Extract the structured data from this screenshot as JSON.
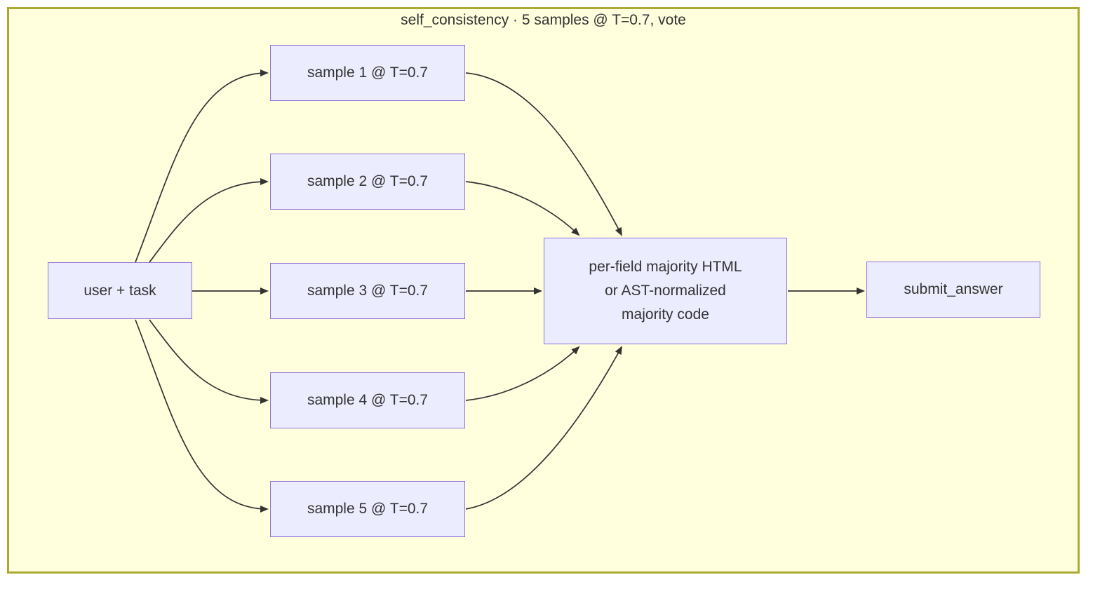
{
  "title": "self_consistency · 5 samples @ T=0.7, vote",
  "colors": {
    "canvas_background": "#FFFFFF",
    "diagram_background": "#FFFFDE",
    "diagram_border": "#AAAA33",
    "node_fill": "#ECECFF",
    "node_border": "#9370DB",
    "text_color": "#333333",
    "edge_color": "#333333"
  },
  "nodes": {
    "user_task": {
      "label": "user + task"
    },
    "sample1": {
      "label": "sample 1 @ T=0.7"
    },
    "sample2": {
      "label": "sample 2 @ T=0.7"
    },
    "sample3": {
      "label": "sample 3 @ T=0.7"
    },
    "sample4": {
      "label": "sample 4 @ T=0.7"
    },
    "sample5": {
      "label": "sample 5 @ T=0.7"
    },
    "majority": {
      "lines": [
        "per-field majority HTML",
        "or AST-normalized",
        "majority code"
      ]
    },
    "submit": {
      "label": "submit_answer"
    }
  },
  "edges": [
    {
      "from": "user_task",
      "to": "sample1"
    },
    {
      "from": "user_task",
      "to": "sample2"
    },
    {
      "from": "user_task",
      "to": "sample3"
    },
    {
      "from": "user_task",
      "to": "sample4"
    },
    {
      "from": "user_task",
      "to": "sample5"
    },
    {
      "from": "sample1",
      "to": "majority"
    },
    {
      "from": "sample2",
      "to": "majority"
    },
    {
      "from": "sample3",
      "to": "majority"
    },
    {
      "from": "sample4",
      "to": "majority"
    },
    {
      "from": "sample5",
      "to": "majority"
    },
    {
      "from": "majority",
      "to": "submit"
    }
  ]
}
